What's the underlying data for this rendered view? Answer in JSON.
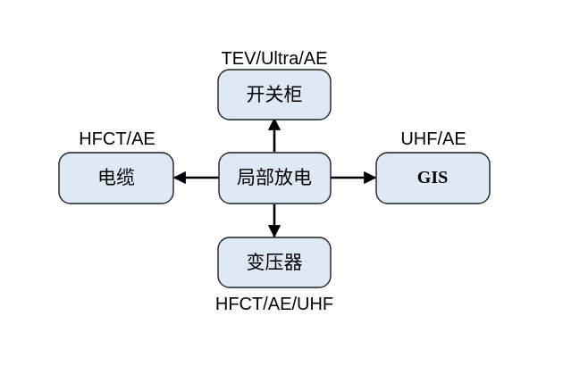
{
  "center": {
    "label": "局部放电"
  },
  "nodes": {
    "top": {
      "label": "开关柜",
      "caption": "TEV/Ultra/AE"
    },
    "left": {
      "label": "电缆",
      "caption": "HFCT/AE"
    },
    "right": {
      "label": "GIS",
      "caption": "UHF/AE"
    },
    "bottom": {
      "label": "变压器",
      "caption": "HFCT/AE/UHF"
    }
  },
  "edges": [
    {
      "from": "center",
      "to": "top"
    },
    {
      "from": "center",
      "to": "left"
    },
    {
      "from": "center",
      "to": "right"
    },
    {
      "from": "center",
      "to": "bottom"
    }
  ]
}
